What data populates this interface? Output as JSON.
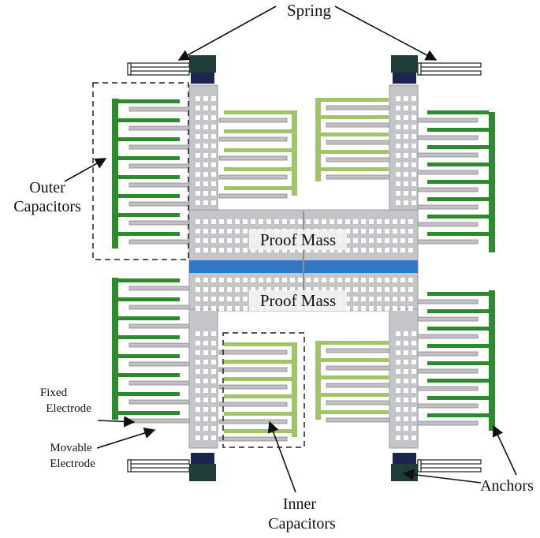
{
  "labels": {
    "spring": "Spring",
    "outer_capacitors_line1": "Outer",
    "outer_capacitors_line2": "Capacitors",
    "proof_mass_top": "Proof Mass",
    "proof_mass_bottom": "Proof Mass",
    "fixed_electrode_line1": "Fixed",
    "fixed_electrode_line2": "Electrode",
    "movable_electrode_line1": "Movable",
    "movable_electrode_line2": "Electrode",
    "inner_capacitors_line1": "Inner",
    "inner_capacitors_line2": "Capacitors",
    "anchors": "Anchors"
  },
  "colors": {
    "proof_mass": "#c4c5c9",
    "proof_mass_border": "#9a9ba0",
    "fixed_electrode_outer": "#2f8a2f",
    "fixed_electrode_inner": "#9fc46a",
    "movable_electrode": "#c0c0c4",
    "anchor_dark": "#1f3d38",
    "anchor_navy": "#1c2450",
    "center_beam": "#2f79c4"
  }
}
